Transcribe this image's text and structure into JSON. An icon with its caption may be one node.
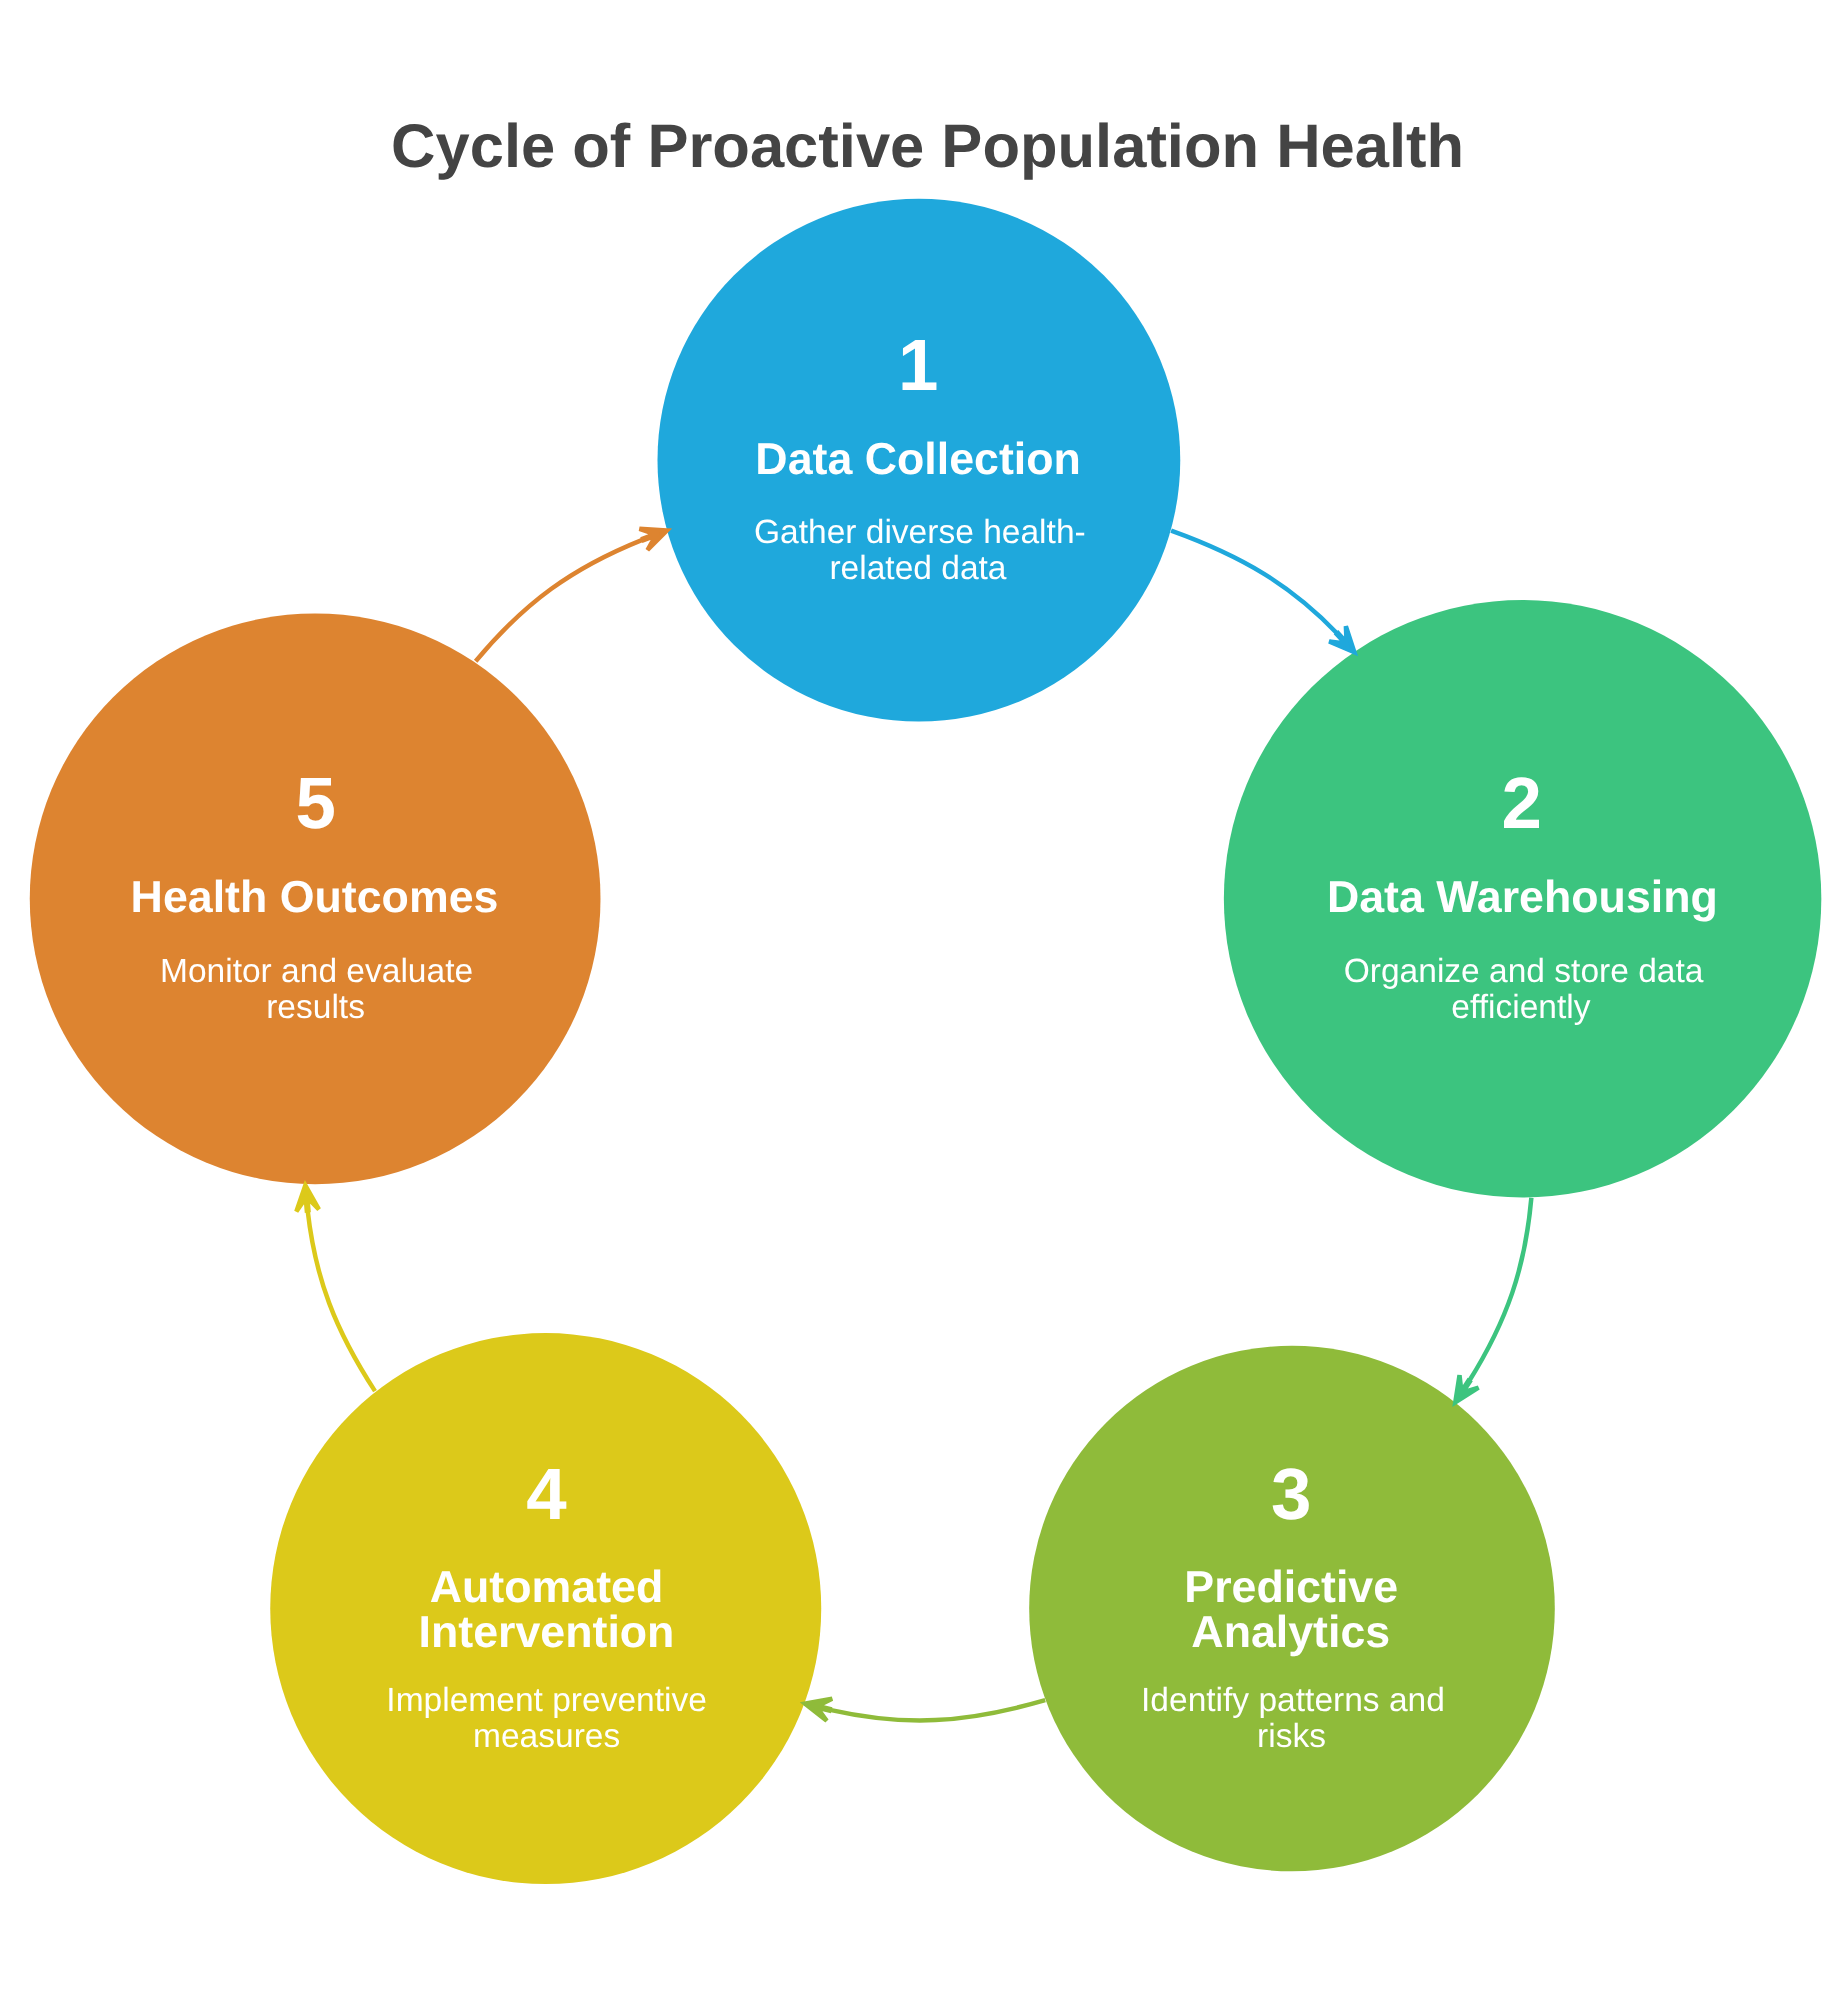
{
  "diagram": {
    "title": "Cycle of Proactive Population Health",
    "nodes": [
      {
        "text": [
          "1",
          "Data Collection",
          "Gather diverse health-related data"
        ]
      },
      {
        "text": [
          "2",
          "Data Warehousing",
          "Organize and store data efficiently"
        ]
      },
      {
        "text": [
          "3",
          "Predictive Analytics",
          "Identify patterns and risks"
        ]
      },
      {
        "text": [
          "4",
          "Automated Intervention",
          "Implement preventive measures"
        ]
      },
      {
        "text": [
          "5",
          "Health Outcomes",
          "Monitor and evaluate results"
        ]
      }
    ],
    "edges": [
      {
        "from": 0,
        "to": 1,
        "arrow": "to",
        "color": "#1fa8dc"
      },
      {
        "from": 1,
        "to": 2,
        "arrow": "to",
        "color": "#3cc47f"
      },
      {
        "from": 2,
        "to": 3,
        "arrow": "to",
        "color": "#8fbb3a"
      },
      {
        "from": 3,
        "to": 4,
        "arrow": "to",
        "color": "#dcc91a"
      },
      {
        "from": 4,
        "to": 0,
        "arrow": "to",
        "color": "#dd8430"
      }
    ]
  }
}
